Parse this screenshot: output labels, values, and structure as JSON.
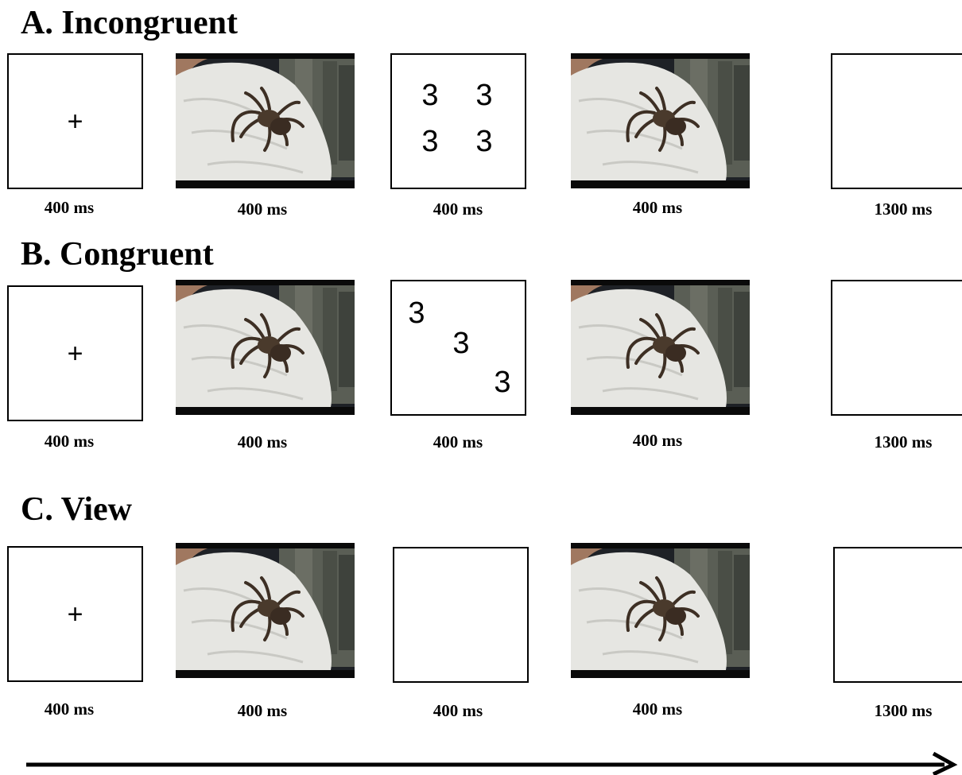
{
  "panels": [
    {
      "title": "A. Incongruent",
      "frames": [
        {
          "kind": "fixation",
          "content": "+",
          "duration": "400 ms"
        },
        {
          "kind": "image",
          "image_subject": "spider-on-shoulder-photo",
          "duration": "400 ms"
        },
        {
          "kind": "digits",
          "digits": [
            "3",
            "3",
            "3",
            "3"
          ],
          "duration": "400 ms"
        },
        {
          "kind": "image",
          "image_subject": "spider-on-shoulder-photo",
          "duration": "400 ms"
        },
        {
          "kind": "blank",
          "duration": "1300 ms"
        }
      ]
    },
    {
      "title": "B. Congruent",
      "frames": [
        {
          "kind": "fixation",
          "content": "+",
          "duration": "400 ms"
        },
        {
          "kind": "image",
          "image_subject": "spider-on-shoulder-photo",
          "duration": "400 ms"
        },
        {
          "kind": "digits",
          "digits": [
            "3",
            "3",
            "3"
          ],
          "duration": "400 ms"
        },
        {
          "kind": "image",
          "image_subject": "spider-on-shoulder-photo",
          "duration": "400 ms"
        },
        {
          "kind": "blank",
          "duration": "1300 ms"
        }
      ]
    },
    {
      "title": "C. View",
      "frames": [
        {
          "kind": "fixation",
          "content": "+",
          "duration": "400 ms"
        },
        {
          "kind": "image",
          "image_subject": "spider-on-shoulder-photo",
          "duration": "400 ms"
        },
        {
          "kind": "blank",
          "duration": "400 ms"
        },
        {
          "kind": "image",
          "image_subject": "spider-on-shoulder-photo",
          "duration": "400 ms"
        },
        {
          "kind": "blank",
          "duration": "1300 ms"
        }
      ]
    }
  ],
  "timeline_arrow_icon": "arrow-right-icon"
}
